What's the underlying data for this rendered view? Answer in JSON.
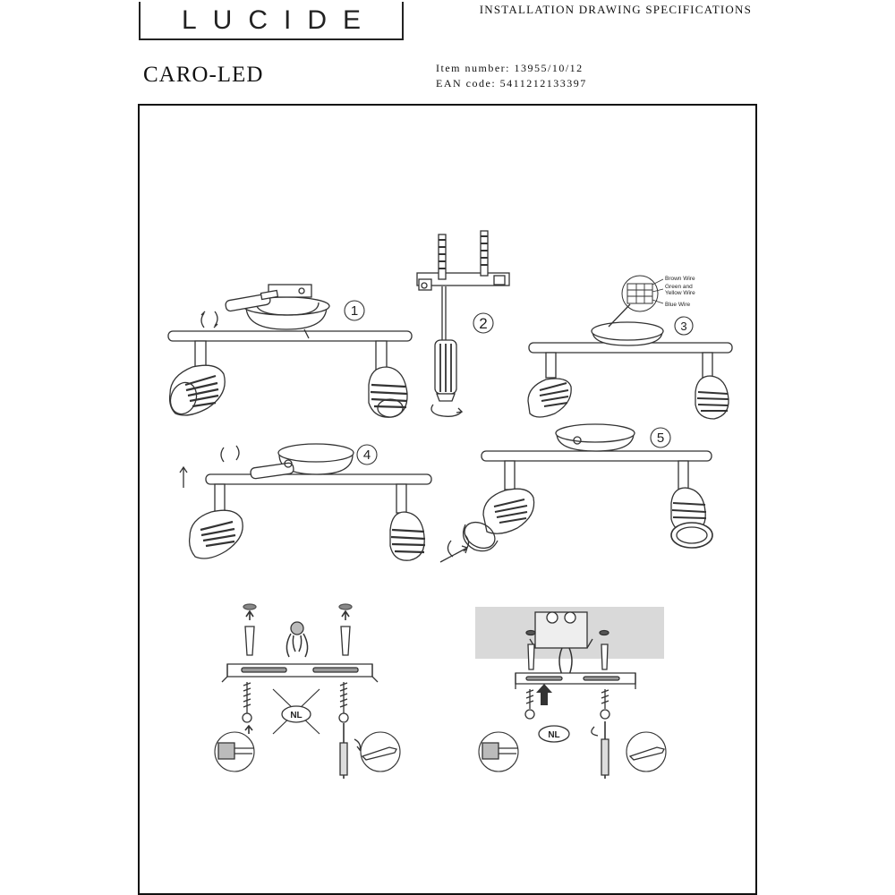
{
  "header": {
    "brand": "LUCIDE",
    "spec_title": "INSTALLATION DRAWING SPECIFICATIONS",
    "product_name": "CARO-LED",
    "item_number": "Item number: 13955/10/12",
    "ean_code": "EAN code: 5411212133397"
  },
  "steps": [
    "1",
    "2",
    "3",
    "4",
    "5"
  ],
  "wiring_labels": {
    "brown": "Brown Wire",
    "green_yellow_1": "Green and",
    "green_yellow_2": "Yellow Wire",
    "blue": "Blue Wire"
  },
  "badges": {
    "nl_left": "NL",
    "nl_right": "NL"
  }
}
